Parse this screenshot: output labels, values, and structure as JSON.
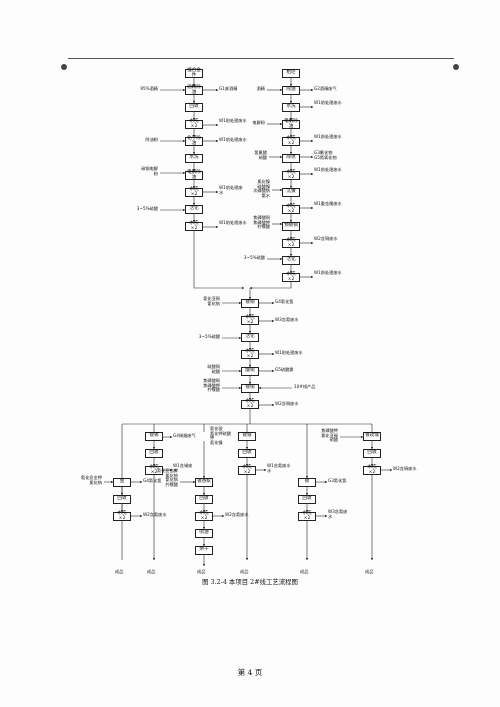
{
  "caption": "图 3.2-4    本项目 2#线工艺流程图",
  "page_number": "第 4 页",
  "left_branch": {
    "steps": [
      "挂合金件",
      "酒精除油",
      "回收",
      "水洗×2",
      "化学除油",
      "水洗",
      "电解除油",
      "水洗×2",
      "活化",
      "水洗×2"
    ],
    "labels": {
      "deoil_in": "95%酒精",
      "deoil_out": "G1废酒精",
      "rinse1_out": "W1前处理废水",
      "chem_deoil_in": "除油粉",
      "chem_deoil_out": "W1前处理废水",
      "electro_in": "四氧化铅",
      "electro_in2": "碳钢电解\n粉",
      "rinse3_out": "W1前处理废\n水",
      "activate_in": "3~5%硫酸",
      "rinse4_out": "W1前处理废水"
    }
  },
  "right_branch": {
    "steps": [
      "粗坯",
      "除油",
      "水洗",
      "电解除油",
      "水洗×2",
      "除锈",
      "水洗×2",
      "沉镍",
      "水洗×2",
      "预镀铜",
      "水洗×2",
      "活化",
      "水洗×2"
    ],
    "labels": {
      "deoil_in": "酒精",
      "deoil_out": "G2酒精废气",
      "rinse1_out": "W1前处理废水",
      "electro_in": "电解粉",
      "rinse2_out": "W1前处理废水",
      "derust_in": "氢氟酸\n硝酸",
      "derust_out": "G3氟化物\nG5氮氧化物",
      "rinse3_out": "W1前处理废水",
      "nickel_in": "氯化镍\n硫酸镍\n次磷酸钠\n氨水",
      "nickel_out": "W1重金属废水",
      "copper_in": "焦磷酸铜\n焦磷酸钾\n柠檬酸",
      "rinse5_out": "W2含铜废水",
      "activate_in": "3~5%硫酸",
      "rinse6_out": "W1前处理废水"
    }
  },
  "center": {
    "steps": [
      "镀铜",
      "水洗×2",
      "活化",
      "水洗×2",
      "酸铜",
      "镀铜",
      "水洗×2"
    ],
    "labels": {
      "cu_in": "氰化亚铜\n氰化钠",
      "cu_out": "G4氰化氢",
      "rinse1_out": "W3含氰废水",
      "activate_in": "3~5%硫酸",
      "rinse2_out": "W1前处理废水",
      "acid_cu_in": "硫酸铜\n硫酸",
      "acid_cu_out": "G5硫酸雾",
      "plate_in": "焦磷酸铜\n焦磷酸钾\n柠檬酸",
      "plate_side": "10#线产品",
      "rinse3_out": "W2含铜废水"
    }
  },
  "branches": {
    "b1": {
      "steps": [
        "镀锡",
        "回收",
        "水洗×2",
        "金",
        "回收",
        "水洗×2"
      ],
      "labels": {
        "sn_out": "G4锡烟废气",
        "rinse_out": "W1含锡废\n水",
        "au_in": "氰化亚金钾\n氯化钠",
        "au_out": "G4氰化氢",
        "rinse2_out": "W2含氰废水"
      },
      "products": [
        "成品",
        "成品"
      ]
    },
    "b2": {
      "steps": [
        "镀香槟",
        "回收",
        "水洗×2",
        "喷油",
        "烘干"
      ],
      "labels": {
        "in": "氰化亚金钾\n氯化钠\n氰化钠\n柠檬酸",
        "rinse_out": "W2含氰废水"
      },
      "products": [
        "成品"
      ]
    },
    "b3": {
      "steps": [
        "镀银",
        "回收",
        "水洗×2",
        "镀",
        "回收",
        "水洗×2"
      ],
      "labels": {
        "in": "氰化银\n氰化钾硫酸\n钾\n氰化镍",
        "rinse_out": "W1含氰废水\n水",
        "pd_out": "G3氰化氢",
        "rinse2_out": "W3含氰废\n水"
      },
      "products": [
        "成品",
        "成品"
      ]
    },
    "b4": {
      "steps": [
        "镀玫瑰",
        "回收",
        "水洗×2"
      ],
      "labels": {
        "in": "焦磷酸钾\n氯化亚锡\n硝酸",
        "rinse_out": "W2含铜废水"
      },
      "products": [
        "成品"
      ]
    }
  }
}
